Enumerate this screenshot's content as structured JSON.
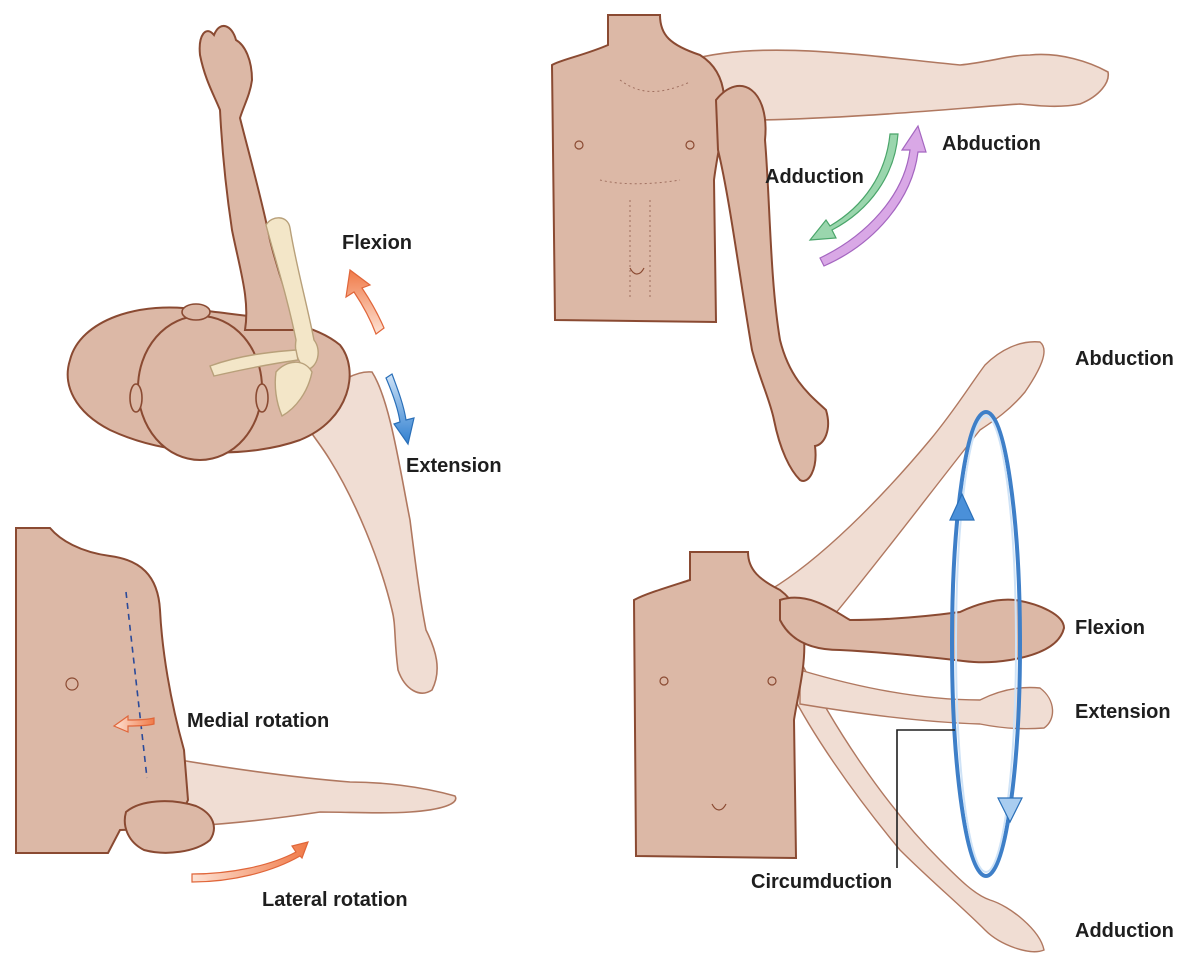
{
  "panels": {
    "flexion_extension": {
      "flexion_label": "Flexion",
      "extension_label": "Extension"
    },
    "abduction_adduction": {
      "abduction_label": "Abduction",
      "adduction_label": "Adduction"
    },
    "rotation": {
      "medial_label": "Medial rotation",
      "lateral_label": "Lateral rotation"
    },
    "circumduction": {
      "abduction_label": "Abduction",
      "flexion_label": "Flexion",
      "extension_label": "Extension",
      "adduction_label": "Adduction",
      "circumduction_label": "Circumduction"
    }
  },
  "colors": {
    "skin": "#dcb8a6",
    "skin_light": "#f0ddd3",
    "outline": "#8a4a32",
    "bone": "#f3e6c8",
    "flexion_arrow": "#f08a60",
    "extension_arrow": "#4a90d9",
    "adduction_arrow": "#6cc48a",
    "abduction_arrow": "#c58ad6",
    "circle": "#3e7fc8",
    "text": "#1e1e1e"
  }
}
